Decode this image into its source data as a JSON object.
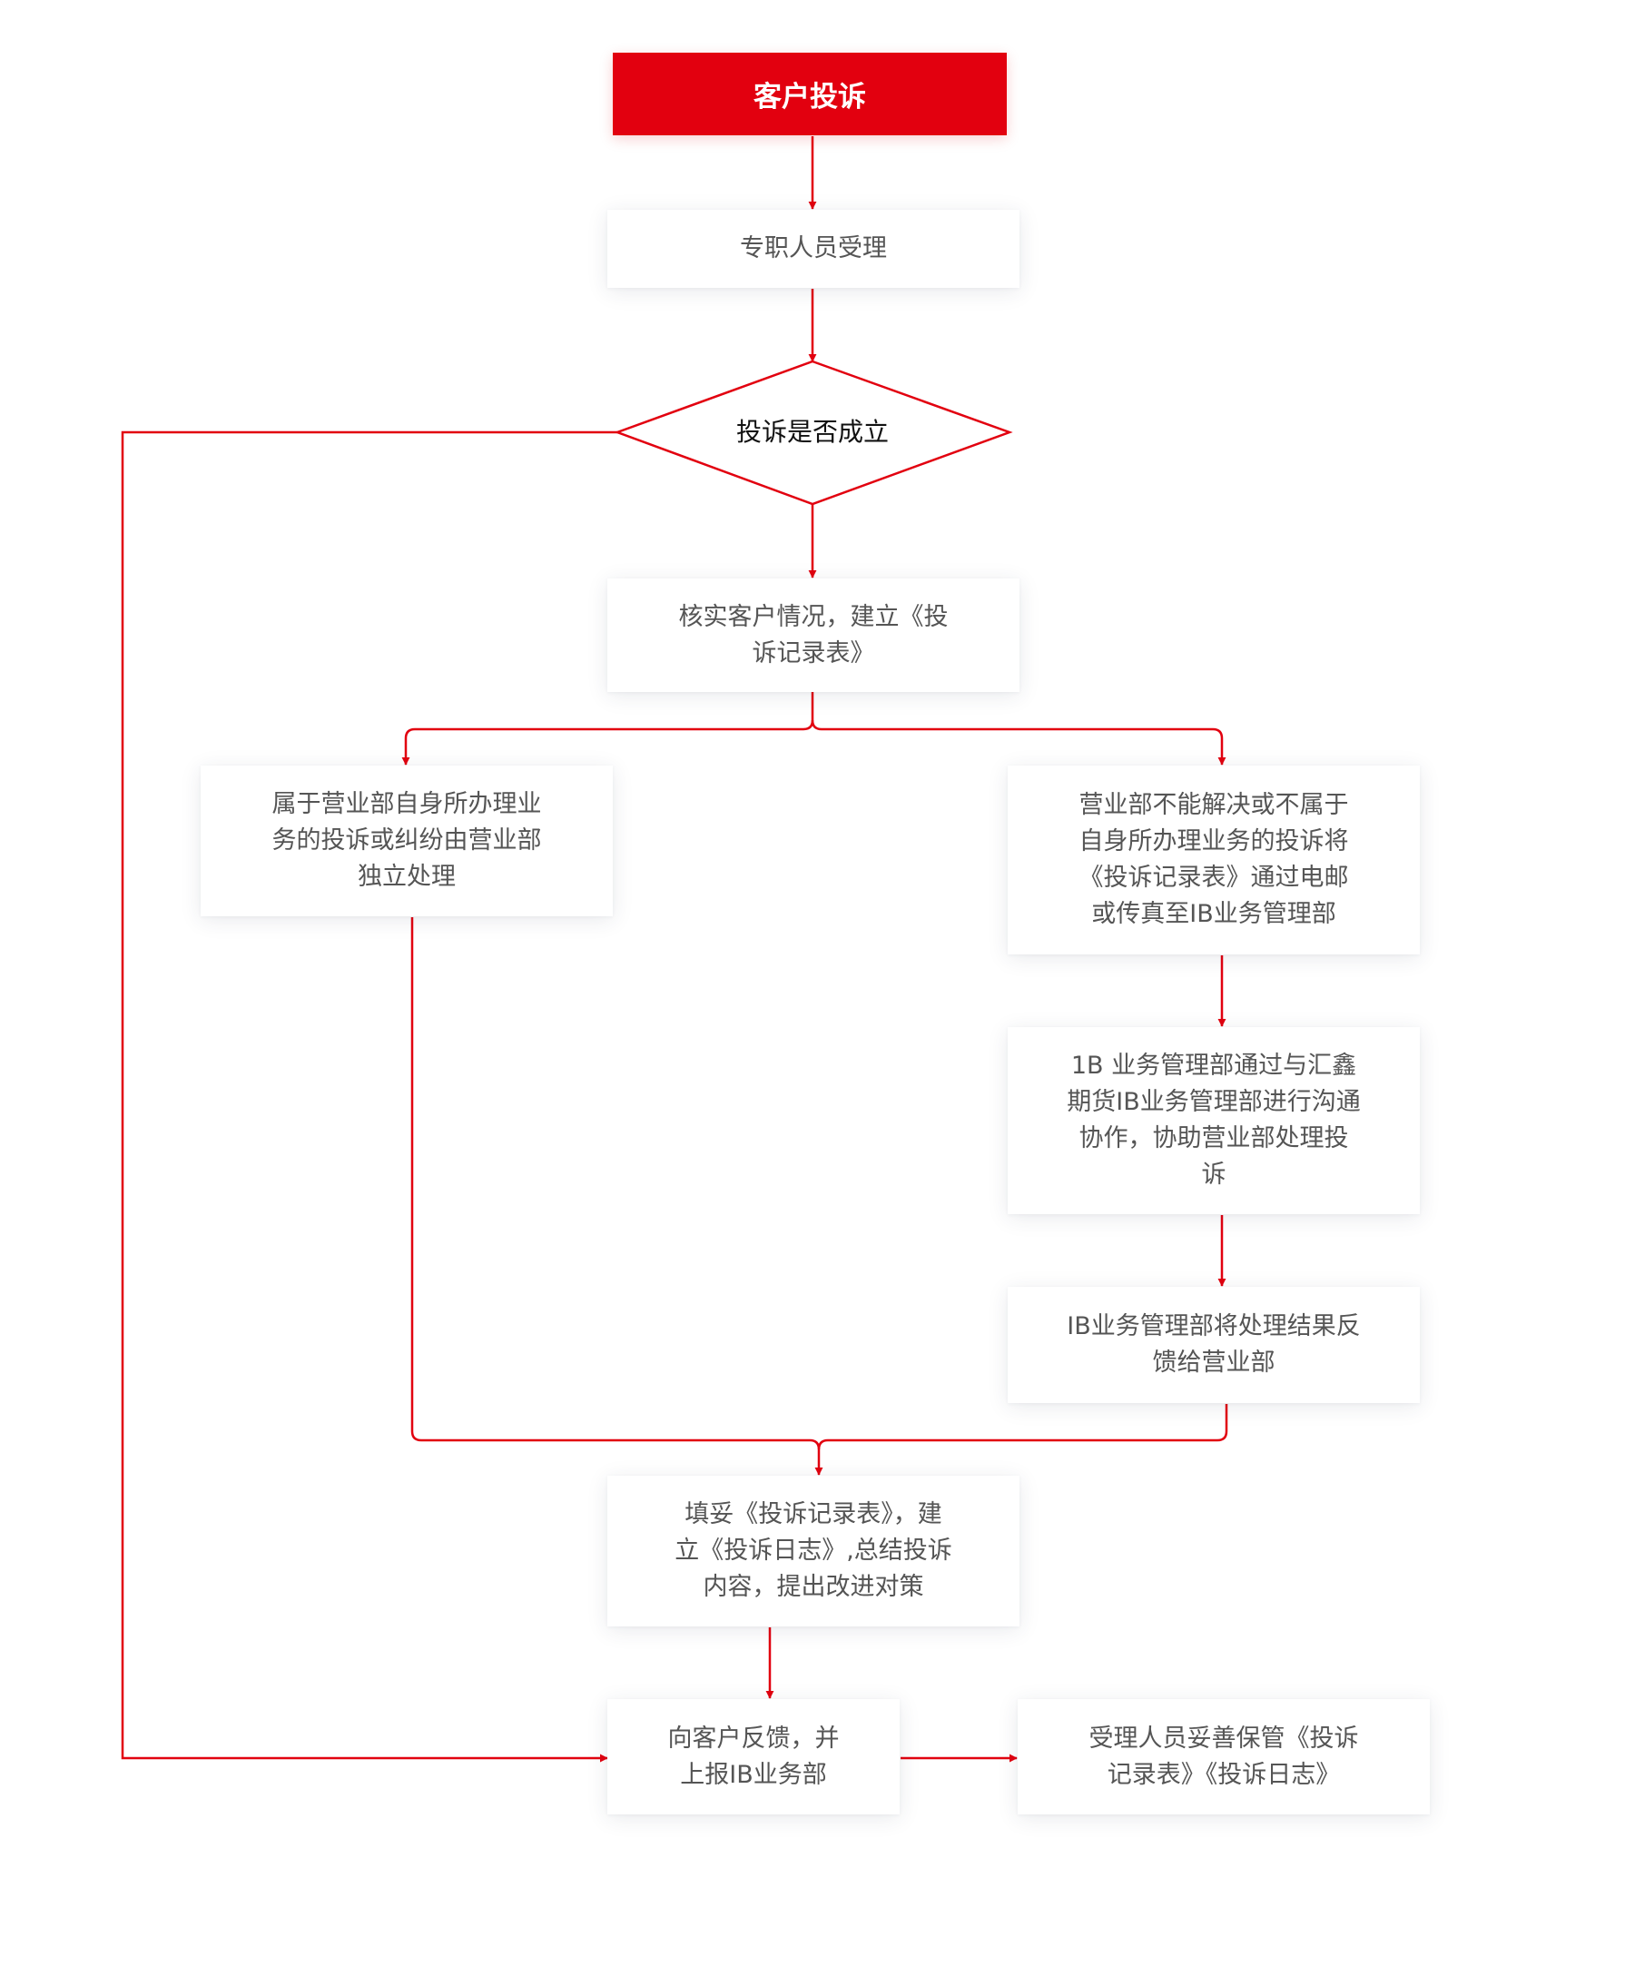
{
  "colors": {
    "accent": "#E2000F",
    "box_text": "#555555",
    "box_bg": "#FFFFFF"
  },
  "flowchart": {
    "start": {
      "label": "客户投诉"
    },
    "accept": {
      "label": "专职人员受理"
    },
    "decision": {
      "label": "投诉是否成立"
    },
    "verify": {
      "label": "核实客户情况，建立《投\n诉记录表》"
    },
    "branch_left": {
      "label": "属于营业部自身所办理业\n务的投诉或纠纷由营业部\n独立处理"
    },
    "branch_right": {
      "label": "营业部不能解决或不属于\n自身所办理业务的投诉将\n《投诉记录表》通过电邮\n或传真至IB业务管理部"
    },
    "ib_cooperate": {
      "label": "1B 业务管理部通过与汇鑫\n期货IB业务管理部进行沟通\n协作，协助营业部处理投\n诉"
    },
    "ib_feedback": {
      "label": "IB业务管理部将处理结果反\n馈给营业部"
    },
    "summary": {
      "label": "填妥《投诉记录表》，建\n立《投诉日志》,总结投诉\n内容，提出改进对策"
    },
    "customer_feedback": {
      "label": "向客户反馈，并\n上报IB业务部"
    },
    "archive": {
      "label": "受理人员妥善保管《投诉\n记录表》《投诉日志》"
    }
  }
}
